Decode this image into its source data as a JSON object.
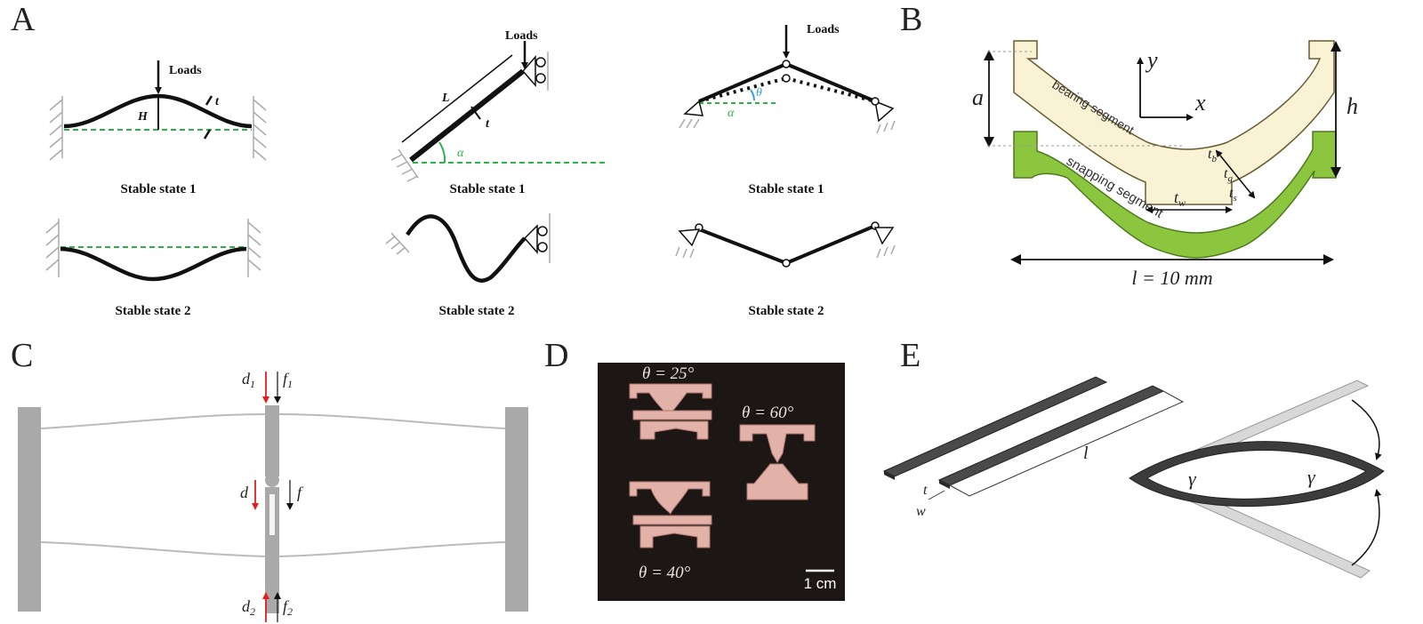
{
  "panels": {
    "A": {
      "label": "A",
      "col1": {
        "loads": "Loads",
        "H": "H",
        "t": "t",
        "state1": "Stable state 1",
        "state2": "Stable state 2"
      },
      "col2": {
        "loads": "Loads",
        "L": "L",
        "t": "t",
        "alpha": "α",
        "state1": "Stable state 1",
        "state2": "Stable state 2"
      },
      "col3": {
        "loads": "Loads",
        "theta": "θ",
        "alpha": "α",
        "state1": "Stable state 1",
        "state2": "Stable state 2"
      }
    },
    "B": {
      "label": "B",
      "a": "a",
      "h": "h",
      "x": "x",
      "y": "y",
      "bearing": "bearing segment",
      "snapping": "snapping segment",
      "tb": "t",
      "tb_sub": "b",
      "tg": "t",
      "tg_sub": "g",
      "ts": "t",
      "ts_sub": "s",
      "tw": "t",
      "tw_sub": "w",
      "length": "l = 10 mm",
      "colors": {
        "bearing": "#faf2d4",
        "snapping": "#8cc63f"
      }
    },
    "C": {
      "label": "C",
      "d1": "d",
      "d1_sub": "1",
      "f1": "f",
      "f1_sub": "1",
      "d": "d",
      "f": "f",
      "d2": "d",
      "d2_sub": "2",
      "f2": "f",
      "f2_sub": "2"
    },
    "D": {
      "label": "D",
      "theta25": "θ = 25°",
      "theta60": "θ = 60°",
      "theta40": "θ = 40°",
      "scale": "1 cm",
      "colors": {
        "background": "#1c1614",
        "specimen": "#e2b1a8"
      }
    },
    "E": {
      "label": "E",
      "t": "t",
      "w": "w",
      "l": "l",
      "gamma_left": "γ",
      "gamma_right": "γ"
    }
  }
}
